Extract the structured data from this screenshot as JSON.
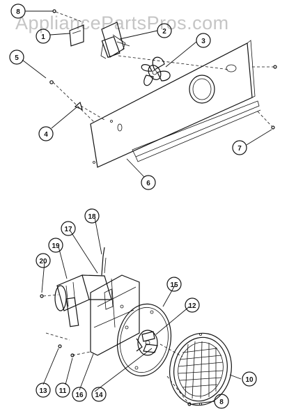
{
  "watermark": "AppliancePartsPros.com",
  "callouts": [
    {
      "id": "c1",
      "label": "1"
    },
    {
      "id": "c2",
      "label": "2"
    },
    {
      "id": "c3",
      "label": "3"
    },
    {
      "id": "c4",
      "label": "4"
    },
    {
      "id": "c5",
      "label": "5"
    },
    {
      "id": "c6",
      "label": "6"
    },
    {
      "id": "c7",
      "label": "7"
    },
    {
      "id": "c8a",
      "label": "8"
    },
    {
      "id": "c8b",
      "label": "8"
    },
    {
      "id": "c10",
      "label": "10"
    },
    {
      "id": "c11",
      "label": "11"
    },
    {
      "id": "c12",
      "label": "12"
    },
    {
      "id": "c13",
      "label": "13"
    },
    {
      "id": "c14",
      "label": "14"
    },
    {
      "id": "c15",
      "label": "15"
    },
    {
      "id": "c16",
      "label": "16"
    },
    {
      "id": "c17",
      "label": "17"
    },
    {
      "id": "c18",
      "label": "18"
    },
    {
      "id": "c19",
      "label": "19"
    },
    {
      "id": "c20",
      "label": "20"
    }
  ]
}
